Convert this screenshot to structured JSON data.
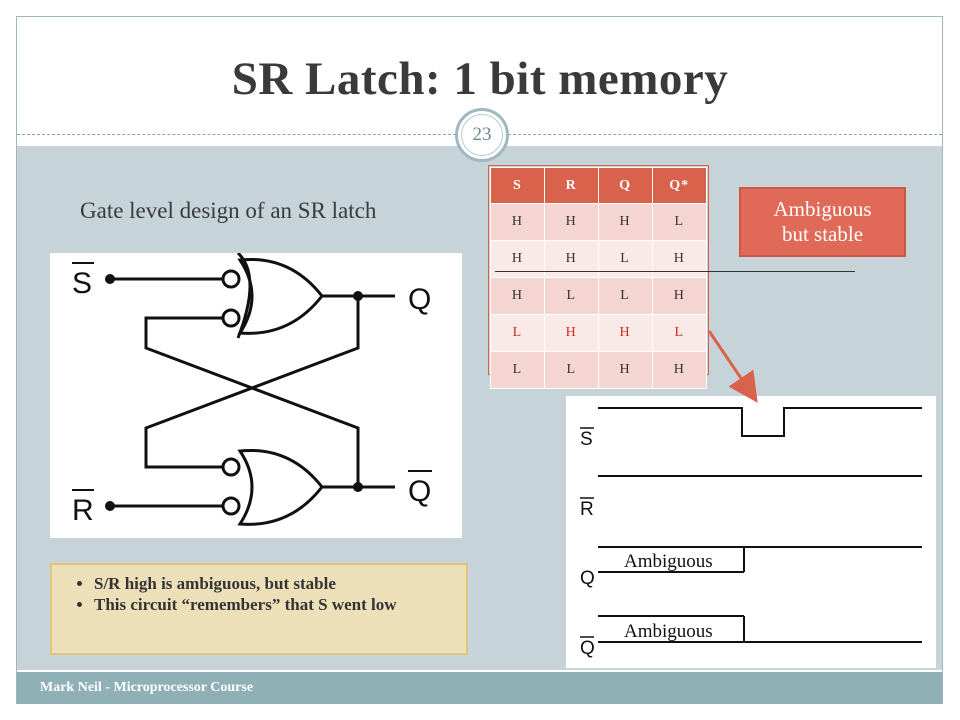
{
  "slide": {
    "title": "SR Latch: 1 bit memory",
    "number": "23",
    "subtitle": "Gate level design of an SR latch",
    "footer": "Mark Neil - Microprocessor Course"
  },
  "circuit": {
    "labels": {
      "s": "S",
      "r": "R",
      "q": "Q",
      "qbar": "Q"
    }
  },
  "truth_table": {
    "headers": [
      "S",
      "R",
      "Q",
      "Q*"
    ],
    "rows": [
      [
        "H",
        "H",
        "H",
        "L"
      ],
      [
        "H",
        "H",
        "L",
        "H"
      ],
      [
        "H",
        "L",
        "L",
        "H"
      ],
      [
        "L",
        "H",
        "H",
        "L"
      ],
      [
        "L",
        "L",
        "H",
        "H"
      ]
    ]
  },
  "callout": {
    "line1": "Ambiguous",
    "line2": "but stable"
  },
  "notes": [
    "S/R high is ambiguous, but stable",
    "This circuit “remembers” that S went low"
  ],
  "timing": {
    "signals": [
      "S",
      "R",
      "Q",
      "Q"
    ],
    "ambiguous_label": "Ambiguous"
  },
  "colors": {
    "accent": "#d9624d",
    "body_bg": "#c6d3d9",
    "footer_bg": "#8fb0b4",
    "note_bg": "#ede0b9"
  }
}
